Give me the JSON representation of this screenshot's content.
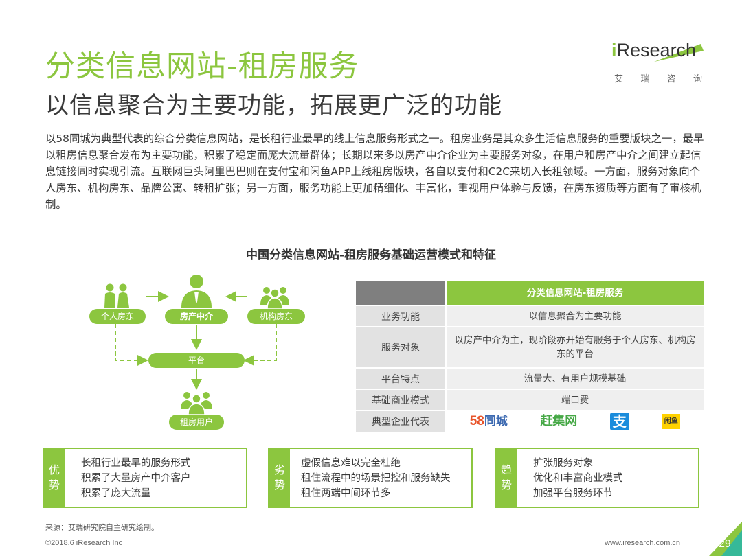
{
  "header": {
    "title": "分类信息网站-租房服务",
    "subtitle": "以信息聚合为主要功能，拓展更广泛的功能"
  },
  "logo": {
    "mark_i": "i",
    "mark_rest": "Research",
    "cn_chars": [
      "艾",
      "瑞",
      "咨",
      "询"
    ]
  },
  "intro": "以58同城为典型代表的综合分类信息网站，是长租行业最早的线上信息服务形式之一。租房业务是其众多生活信息服务的重要版块之一，最早以租房信息聚合发布为主要功能，积累了稳定而庞大流量群体；长期以来多以房产中介企业为主要服务对象，在用户和房产中介之间建立起信息链接同时实现引流。互联网巨头阿里巴巴则在支付宝和闲鱼APP上线租房版块，各自以支付和C2C来切入长租领域。一方面，服务对象向个人房东、机构房东、品牌公寓、转租扩张；另一方面，服务功能上更加精细化、丰富化，重视用户体验与反馈，在房东资质等方面有了审核机制。",
  "diagram_title": "中国分类信息网站-租房服务基础运营模式和特征",
  "flow": {
    "individual": "个人房东",
    "agent": "房产中介",
    "institution": "机构房东",
    "platform": "平台",
    "user": "租房用户"
  },
  "table": {
    "header": "分类信息网站-租房服务",
    "rows": [
      {
        "label": "业务功能",
        "value": "以信息聚合为主要功能"
      },
      {
        "label": "服务对象",
        "value": "以房产中介为主，现阶段亦开始有服务于个人房东、机构房东的平台"
      },
      {
        "label": "平台特点",
        "value": "流量大、有用户规模基础"
      },
      {
        "label": "基础商业模式",
        "value": "端口费"
      },
      {
        "label": "典型企业代表",
        "value": ""
      }
    ],
    "brands": {
      "b58_num": "58",
      "b58_text": "同城",
      "ganji": "赶集网",
      "alipay": "支",
      "xianyu": "闲鱼"
    }
  },
  "boxes": [
    {
      "tag": [
        "优",
        "势"
      ],
      "items": [
        "长租行业最早的服务形式",
        "积累了大量房产中介客户",
        "积累了庞大流量"
      ]
    },
    {
      "tag": [
        "劣",
        "势"
      ],
      "items": [
        "虚假信息难以完全杜绝",
        "租住流程中的场景把控和服务缺失",
        "租住两端中间环节多"
      ]
    },
    {
      "tag": [
        "趋",
        "势"
      ],
      "items": [
        "扩张服务对象",
        "优化和丰富商业模式",
        "加强平台服务环节"
      ]
    }
  ],
  "footer": {
    "source": "来源：艾瑞研究院自主研究绘制。",
    "copyright": "©2018.6 iResearch Inc",
    "url": "www.iresearch.com.cn",
    "page": "29"
  },
  "colors": {
    "accent": "#8cc63f",
    "gray": "#7f7f7f"
  }
}
